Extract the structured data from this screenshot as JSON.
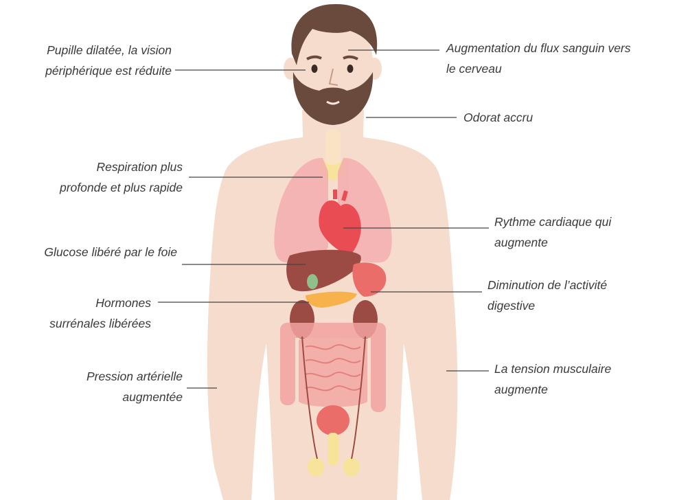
{
  "labels": {
    "pupil": [
      "Pupille dilatée, la vision",
      "périphérique est réduite"
    ],
    "blood_flow": [
      "Augmentation du flux sanguin vers",
      "le cerveau"
    ],
    "smell": [
      "Odorat accru"
    ],
    "breathing": [
      "Respiration plus",
      "profonde et plus rapide"
    ],
    "heart": [
      "Rythme cardiaque qui",
      "augmente"
    ],
    "glucose": [
      "Glucose libéré par le foie"
    ],
    "digestion": [
      "Diminution de l’activité",
      "digestive"
    ],
    "hormones": [
      "Hormones",
      "surrénales libérées"
    ],
    "pressure": [
      "Pression artérielle",
      "augmentée"
    ],
    "muscle": [
      "La tension musculaire",
      "augmente"
    ]
  },
  "colors": {
    "skin": "#f6dccd",
    "hair": "#6b4a3e",
    "lungs": "#f4aeb0",
    "heart": "#e94c52",
    "liver": "#9c4a44",
    "intestine": "#f2a3a0",
    "leader_line": "#444444"
  }
}
